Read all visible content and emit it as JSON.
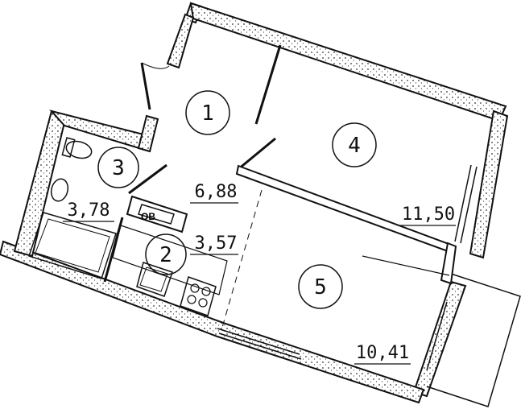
{
  "rooms": [
    {
      "id": "1",
      "area": "6,88"
    },
    {
      "id": "2",
      "area": "3,57"
    },
    {
      "id": "3",
      "area": "3,78"
    },
    {
      "id": "4",
      "area": "11,50"
    },
    {
      "id": "5",
      "area": "10,41"
    }
  ],
  "appliance_label": "ОВ"
}
